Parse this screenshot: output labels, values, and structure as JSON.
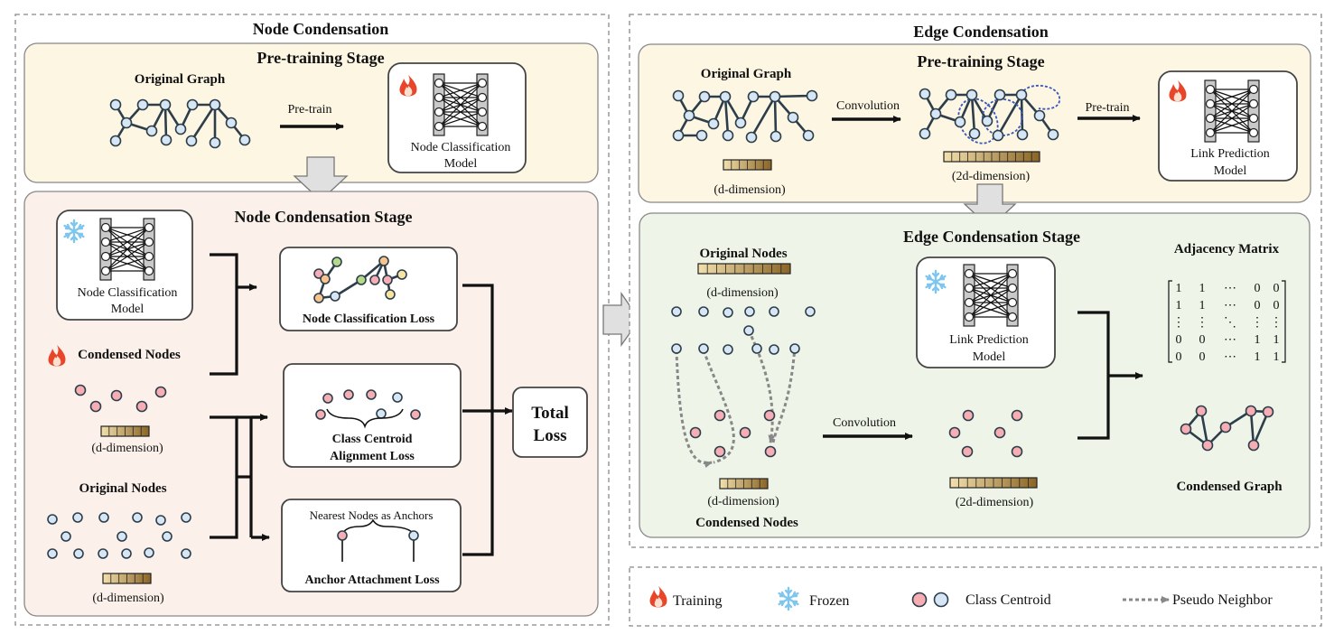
{
  "node_condensation": {
    "title": "Node Condensation",
    "pretraining": {
      "title": "Pre-training Stage",
      "original_graph": "Original Graph",
      "arrow_label": "Pre-train",
      "model_line1": "Node Classification",
      "model_line2": "Model"
    },
    "condensation": {
      "title": "Node Condensation Stage",
      "model_line1": "Node Classification",
      "model_line2": "Model",
      "condensed_nodes": "Condensed Nodes",
      "condensed_dim": "(d-dimension)",
      "original_nodes": "Original Nodes",
      "original_dim": "(d-dimension)",
      "loss1": "Node Classification Loss",
      "loss2_line1": "Class Centroid",
      "loss2_line2": "Alignment Loss",
      "loss3_caption": "Nearest Nodes as Anchors",
      "loss3": "Anchor Attachment Loss",
      "total_line1": "Total",
      "total_line2": "Loss"
    }
  },
  "edge_condensation": {
    "title": "Edge Condensation",
    "pretraining": {
      "title": "Pre-training Stage",
      "original_graph": "Original Graph",
      "d_dim": "(d-dimension)",
      "conv_label": "Convolution",
      "dim2": "(2d-dimension)",
      "pretrain_label": "Pre-train",
      "model_line1": "Link Prediction",
      "model_line2": "Model"
    },
    "condensation": {
      "title": "Edge Condensation Stage",
      "original_nodes": "Original Nodes",
      "original_dim": "(d-dimension)",
      "condensed_dim": "(d-dimension)",
      "condensed_nodes": "Condensed Nodes",
      "conv_label": "Convolution",
      "dim2": "(2d-dimension)",
      "model_line1": "Link Prediction",
      "model_line2": "Model",
      "adjacency_title": "Adjacency Matrix",
      "matrix_rows": [
        [
          "1",
          "1",
          "⋯",
          "0",
          "0"
        ],
        [
          "1",
          "1",
          "⋯",
          "0",
          "0"
        ],
        [
          "⋮",
          "⋮",
          "⋱",
          "⋮",
          "⋮"
        ],
        [
          "0",
          "0",
          "⋯",
          "1",
          "1"
        ],
        [
          "0",
          "0",
          "⋯",
          "1",
          "1"
        ]
      ],
      "condensed_graph": "Condensed Graph"
    }
  },
  "legend": {
    "training": "Training",
    "frozen": "Frozen",
    "class_centroid": "Class Centroid",
    "pseudo_neighbor": "Pseudo Neighbor"
  },
  "colors": {
    "pretrain_bg": "#fcf6e3",
    "node_stage_bg": "#fbf1ea",
    "edge_stage_bg": "#eef4e8",
    "blue_node": "#d6e6f5",
    "red_node": "#f6aeb4",
    "green_node": "#b5d98a",
    "orange_node": "#f7c48d",
    "yellow_node": "#f6e5a0",
    "flame": "#e8462a",
    "snow": "#7fc6ee"
  },
  "icons": [
    "fire-icon",
    "snowflake-icon",
    "neural-network-icon"
  ]
}
